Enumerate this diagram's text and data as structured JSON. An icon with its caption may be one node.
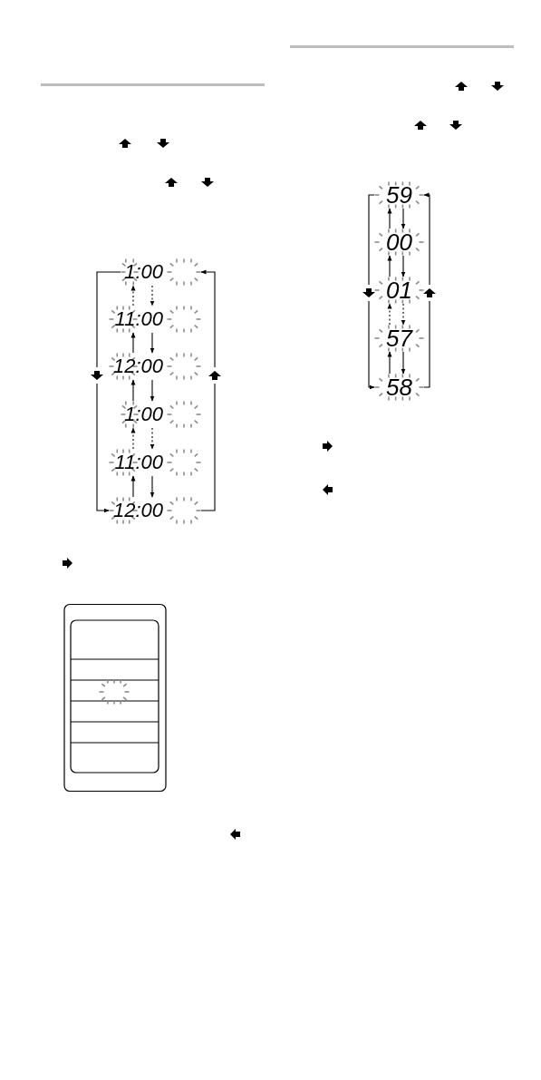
{
  "diagram": {
    "nodes": [
      {
        "text": [
          "1:00"
        ]
      },
      {
        "text": [
          "11:00"
        ]
      },
      {
        "text": [
          "12:00"
        ]
      },
      {
        "text": [
          "1:00"
        ]
      },
      {
        "text": [
          "11:00"
        ]
      },
      {
        "text": [
          "12:00"
        ]
      },
      {
        "text": [
          "59"
        ]
      },
      {
        "text": [
          "00"
        ]
      },
      {
        "text": [
          "01"
        ]
      },
      {
        "text": [
          "57"
        ]
      },
      {
        "text": [
          "58"
        ]
      }
    ],
    "edges": [
      {
        "from": 0,
        "to": 1,
        "arrow": "to",
        "style": "dashed"
      },
      {
        "from": 1,
        "to": 2,
        "arrow": "to"
      },
      {
        "from": 2,
        "to": 3,
        "arrow": "to"
      },
      {
        "from": 3,
        "to": 4,
        "arrow": "to",
        "style": "dashed"
      },
      {
        "from": 4,
        "to": 5,
        "arrow": "to"
      },
      {
        "from": 1,
        "to": 0,
        "arrow": "to",
        "style": "dashed"
      },
      {
        "from": 2,
        "to": 1,
        "arrow": "to"
      },
      {
        "from": 3,
        "to": 2,
        "arrow": "to"
      },
      {
        "from": 4,
        "to": 3,
        "arrow": "to",
        "style": "dashed"
      },
      {
        "from": 5,
        "to": 4,
        "arrow": "to"
      },
      {
        "from": 0,
        "to": 5,
        "arrow": "to"
      },
      {
        "from": 5,
        "to": 0,
        "arrow": "to"
      },
      {
        "from": 6,
        "to": 7,
        "arrow": "to"
      },
      {
        "from": 7,
        "to": 8,
        "arrow": "to"
      },
      {
        "from": 8,
        "to": 9,
        "arrow": "to",
        "style": "dashed"
      },
      {
        "from": 9,
        "to": 10,
        "arrow": "to"
      },
      {
        "from": 7,
        "to": 6,
        "arrow": "to"
      },
      {
        "from": 8,
        "to": 7,
        "arrow": "to"
      },
      {
        "from": 9,
        "to": 8,
        "arrow": "to",
        "style": "dashed"
      },
      {
        "from": 10,
        "to": 9,
        "arrow": "to"
      },
      {
        "from": 6,
        "to": 10,
        "arrow": "to"
      },
      {
        "from": 10,
        "to": 6,
        "arrow": "to"
      }
    ]
  }
}
